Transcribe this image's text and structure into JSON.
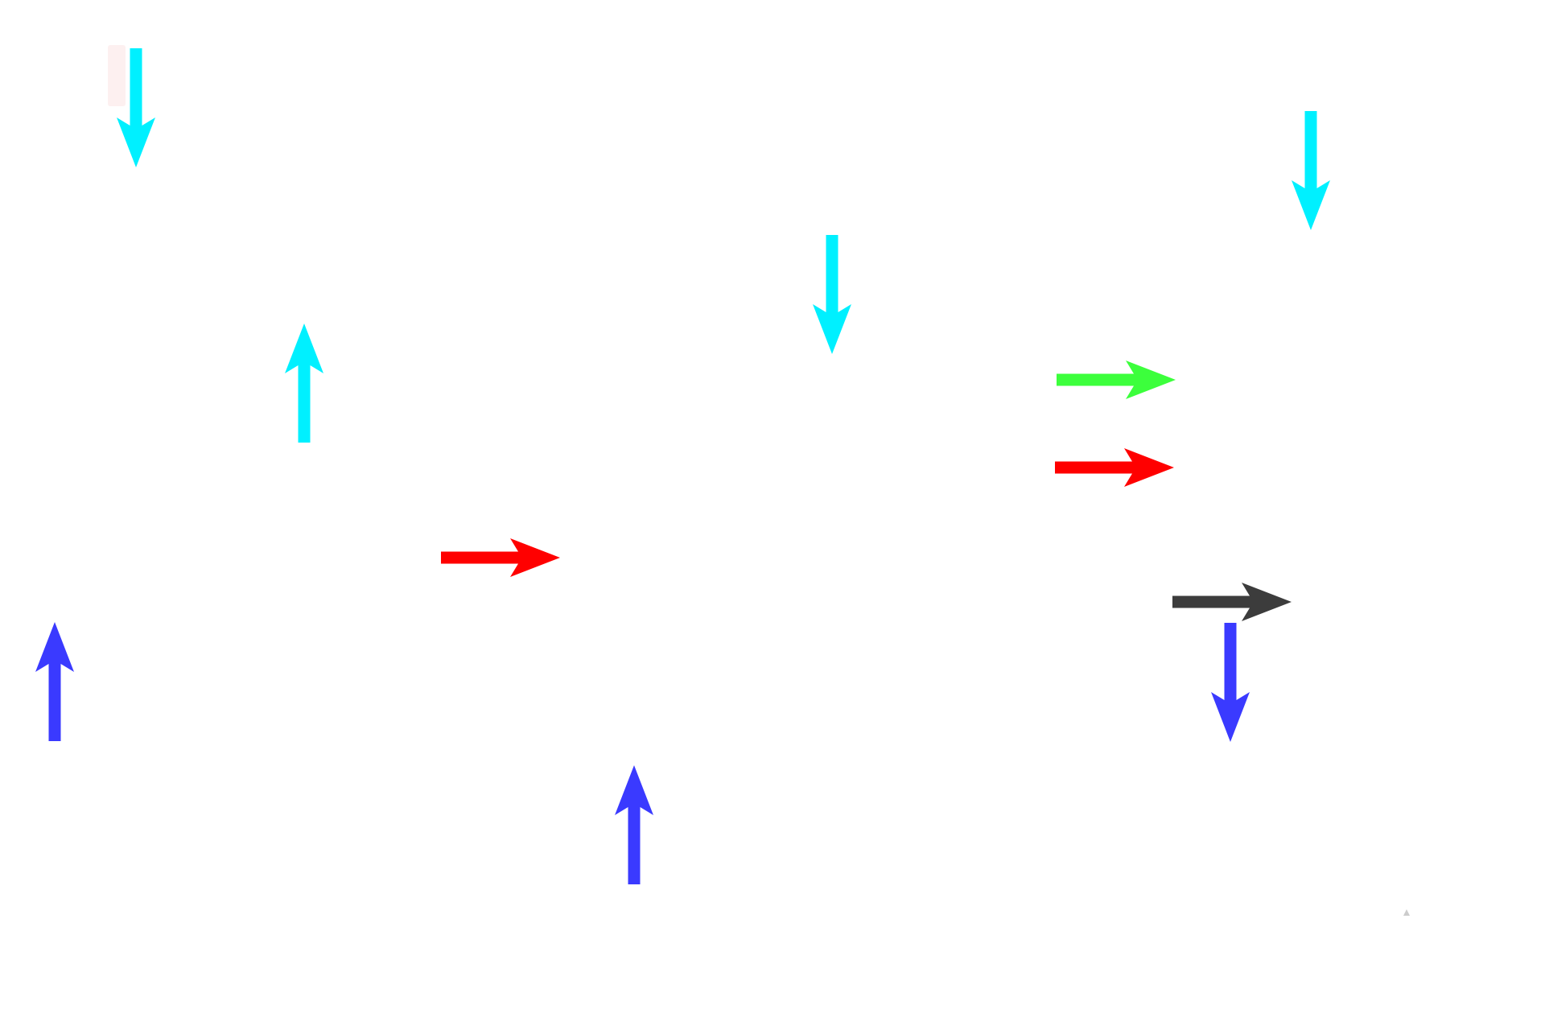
{
  "canvas": {
    "background": "#ffffff"
  },
  "colors": {
    "cyan": "#00f0ff",
    "blue": "#3a3aff",
    "red": "#ff0000",
    "green": "#3cff3c",
    "dark": "#3c3c3c"
  },
  "arrows": [
    {
      "id": "arrow-1",
      "color": "cyan",
      "direction": "down"
    },
    {
      "id": "arrow-2",
      "color": "cyan",
      "direction": "down"
    },
    {
      "id": "arrow-3",
      "color": "cyan",
      "direction": "down"
    },
    {
      "id": "arrow-4",
      "color": "cyan",
      "direction": "up"
    },
    {
      "id": "arrow-5",
      "color": "green",
      "direction": "right"
    },
    {
      "id": "arrow-6",
      "color": "red",
      "direction": "right"
    },
    {
      "id": "arrow-7",
      "color": "red",
      "direction": "right"
    },
    {
      "id": "arrow-8",
      "color": "dark",
      "direction": "right"
    },
    {
      "id": "arrow-9",
      "color": "blue",
      "direction": "down"
    },
    {
      "id": "arrow-10",
      "color": "blue",
      "direction": "up"
    },
    {
      "id": "arrow-11",
      "color": "blue",
      "direction": "up"
    }
  ]
}
